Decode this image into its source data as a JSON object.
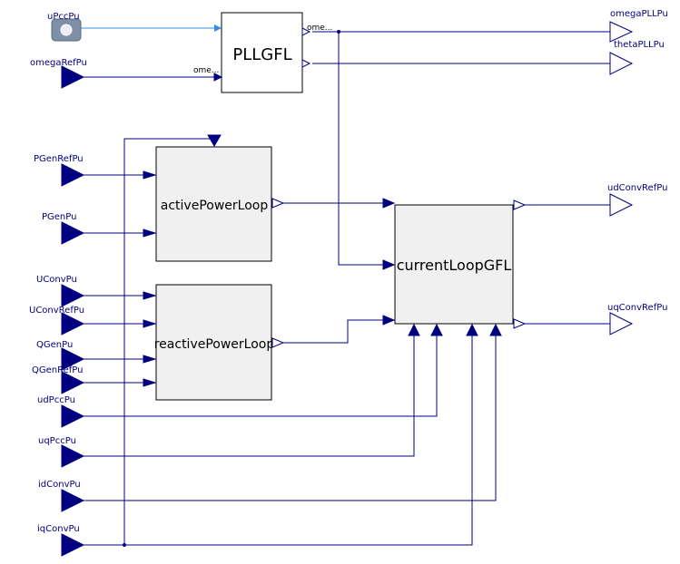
{
  "blocks": {
    "pll": "PLLGFL",
    "active": "activePowerLoop",
    "reactive": "reactivePowerLoop",
    "current": "currentLoopGFL"
  },
  "inputs": {
    "uPccPu": "uPccPu",
    "omegaRefPu": "omegaRefPu",
    "PGenRefPu": "PGenRefPu",
    "PGenPu": "PGenPu",
    "UConvPu": "UConvPu",
    "UConvRefPu": "UConvRefPu",
    "QGenPu": "QGenPu",
    "QGenRefPu": "QGenRefPu",
    "udPccPu": "udPccPu",
    "uqPccPu": "uqPccPu",
    "idConvPu": "idConvPu",
    "iqConvPu": "iqConvPu"
  },
  "outputs": {
    "omegaPLLPu": "omegaPLLPu",
    "thetaPLLPu": "thetaPLLPu",
    "udConvRefPu": "udConvRefPu",
    "uqConvRefPu": "uqConvRefPu"
  },
  "pll_ports": {
    "ome_out": "ome...",
    "ome_in": "ome..."
  },
  "colors": {
    "wire": "#000080",
    "block_fill": "#f0f0f0",
    "upcc_wire": "#2e8be6",
    "upcc_connector": "#7f8fa6"
  }
}
